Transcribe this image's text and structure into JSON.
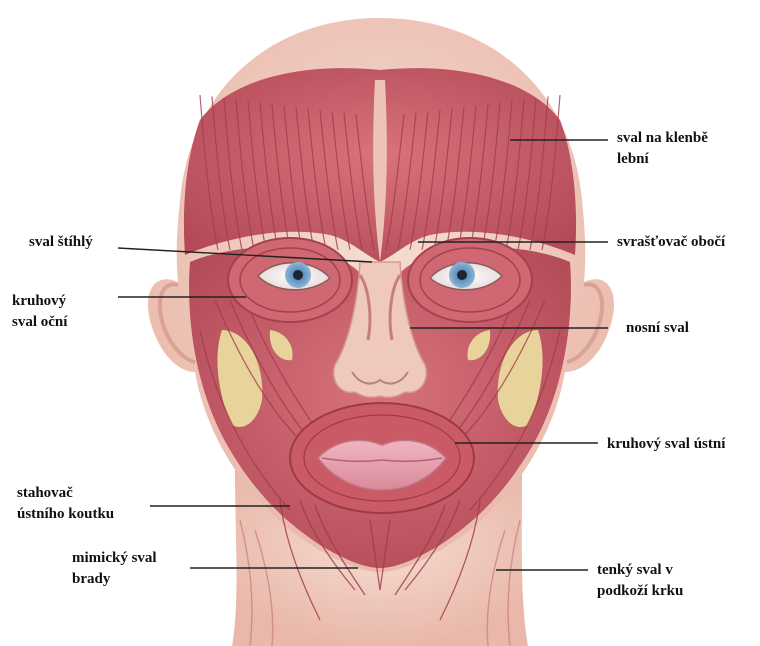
{
  "labels": {
    "svalNaKlenbe": "sval na klenbě\nlební",
    "svalStihly": "sval štíhlý",
    "svrastovac": "svrašťovač obočí",
    "kruhovyOcni": "kruhový\nsval oční",
    "nosniSval": "nosní sval",
    "kruhovyUstni": "kruhový sval ústní",
    "stahovac": "stahovač\nústního koutku",
    "mimickyBrady": "mimický sval\nbrady",
    "tenkySval": "tenký sval v\npodkoží krku"
  },
  "colors": {
    "skin": "#f2cfc4",
    "muscle": "#c75c68",
    "muscleDark": "#9e3a47",
    "muscleLight": "#e08a92",
    "fat": "#e8d49a",
    "iris": "#6d9cc4",
    "lip": "#e9a0ae",
    "line": "#222222"
  }
}
